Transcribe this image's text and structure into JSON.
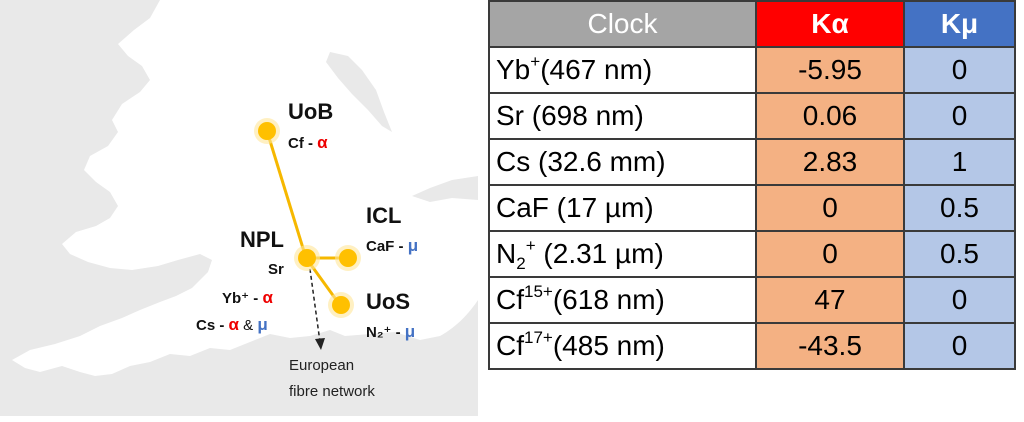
{
  "map": {
    "sites": [
      {
        "name": "UoB",
        "species": "Cf",
        "sensitivity": "α"
      },
      {
        "name": "ICL",
        "species": "CaF",
        "sensitivity": "μ"
      },
      {
        "name": "NPL",
        "clocks": [
          {
            "species": "Sr"
          },
          {
            "species": "Yb⁺",
            "sensitivity": "α"
          },
          {
            "species": "Cs",
            "sensitivity": "α",
            "joiner": "&",
            "sensitivity2": "μ"
          }
        ]
      },
      {
        "name": "UoS",
        "species": "N₂⁺",
        "sensitivity": "μ"
      }
    ],
    "dash": "-",
    "european_link": [
      "European",
      "fibre network"
    ],
    "colors": {
      "alpha": "#ee0000",
      "mu": "#4472c4",
      "link": "#f6b800",
      "node": "#ffc000",
      "land": "#ffffff",
      "sea": "#e9e9e9"
    }
  },
  "table": {
    "headers": [
      "Clock",
      "Kα",
      "Kμ"
    ],
    "header_colors": {
      "clock": "#a5a5a5",
      "ka": "#ff0000",
      "km": "#4472c4"
    },
    "cell_colors": {
      "ka": "#f4b183",
      "km": "#b4c7e7"
    },
    "rows": [
      {
        "base": "Yb",
        "sup": "+",
        "sub": "",
        "rest": "(467 nm)",
        "ka": "-5.95",
        "km": "0"
      },
      {
        "base": "Sr (698 nm)",
        "sup": "",
        "sub": "",
        "rest": "",
        "ka": "0.06",
        "km": "0"
      },
      {
        "base": "Cs (32.6 mm)",
        "sup": "",
        "sub": "",
        "rest": "",
        "ka": "2.83",
        "km": "1"
      },
      {
        "base": "CaF (17 µm)",
        "sup": "",
        "sub": "",
        "rest": "",
        "ka": "0",
        "km": "0.5"
      },
      {
        "base": "N",
        "sub": "2",
        "sup": "+",
        "rest": " (2.31 µm)",
        "ka": "0",
        "km": "0.5"
      },
      {
        "base": "Cf",
        "sup": "15+",
        "sub": "",
        "rest": "(618 nm)",
        "ka": "47",
        "km": "0"
      },
      {
        "base": "Cf",
        "sup": "17+",
        "sub": "",
        "rest": "(485 nm)",
        "ka": "-43.5",
        "km": "0"
      }
    ]
  }
}
